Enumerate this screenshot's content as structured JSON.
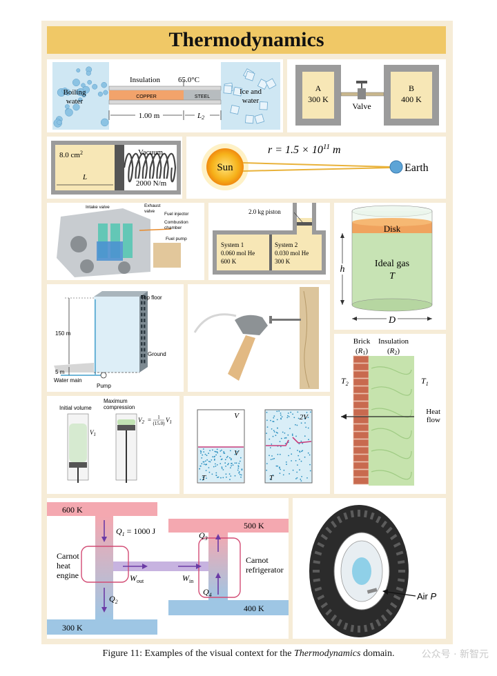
{
  "title": "Thermodynamics",
  "caption": {
    "prefix": "Figure 11: Examples of the visual context for the ",
    "domain": "Thermodynamics",
    "suffix": " domain."
  },
  "watermark": "公众号 · 新智元",
  "rod": {
    "boiling": [
      "Boiling",
      "water"
    ],
    "insulation": "Insulation",
    "temp": "65.0°C",
    "copper": "COPPER",
    "steel": "STEEL",
    "ice": [
      "Ice and",
      "water"
    ],
    "len1": "1.00 m",
    "len2": "L",
    "len2_sub": "2"
  },
  "valve": {
    "a_label": "A",
    "a_temp": "300 K",
    "b_label": "B",
    "b_temp": "400 K",
    "valve": "Valve"
  },
  "spring": {
    "area": "8.0 cm",
    "area_sup": "2",
    "vacuum": "Vacuum",
    "k": "2000 N/m",
    "length": "L"
  },
  "sun": {
    "sun": "Sun",
    "earth": "Earth",
    "r_pre": "r = 1.5 × 10",
    "r_exp": "11",
    "r_unit": " m"
  },
  "engine": {
    "intake": "Intake valve",
    "exhaust": [
      "Exhaust",
      "valve"
    ],
    "injector": "Fuel injector",
    "chamber": [
      "Combustion",
      "chamber"
    ],
    "pump": "Fuel pump"
  },
  "piston": {
    "piston": "2.0 kg piston",
    "s1": [
      "System 1",
      "0.060 mol He",
      "600 K"
    ],
    "s2": [
      "System 2",
      "0.030 mol He",
      "300 K"
    ]
  },
  "cylinder": {
    "disk": "Disk",
    "gas": "Ideal gas",
    "T": "T",
    "h": "h",
    "D": "D"
  },
  "building": {
    "top": "Top floor",
    "height": "150 m",
    "ground": "Ground",
    "depth": "5 m",
    "main": "Water main",
    "pump": "Pump"
  },
  "compression": {
    "initial": "Initial volume",
    "max": [
      "Maximum",
      "compression"
    ],
    "v1": "V",
    "v1_sub": "1",
    "v2": "V",
    "v2_sub": "2",
    "v2_eq": "=",
    "frac_num": "1",
    "frac_den": "(15.0)",
    "v1b": "V",
    "v1b_sub": "1"
  },
  "expansion": {
    "V": "V",
    "V2": "2V",
    "T": "T"
  },
  "wall": {
    "brick": "Brick",
    "r1": "R",
    "r1_sub": "1",
    "insul": "Insulation",
    "r2": "R",
    "r2_sub": "2",
    "t2": "T",
    "t2_sub": "2",
    "t1": "T",
    "t1_sub": "1",
    "heat": [
      "Heat",
      "flow"
    ]
  },
  "carnot": {
    "t600": "600 K",
    "t500": "500 K",
    "t400": "400 K",
    "t300": "300 K",
    "q1": "Q",
    "q1_sub": "1",
    "q1_val": " = 1000 J",
    "q2": "Q",
    "q2_sub": "2",
    "q3": "Q",
    "q3_sub": "3",
    "q4": "Q",
    "q4_sub": "4",
    "wout": "W",
    "wout_sub": "out",
    "win": "W",
    "win_sub": "in",
    "engine": [
      "Carnot",
      "heat",
      "engine"
    ],
    "fridge": [
      "Carnot",
      "refrigerator"
    ]
  },
  "tire": {
    "air": "Air ",
    "P": "P"
  },
  "colors": {
    "frame": "#f6ecd7",
    "title_bar": "#f0c866",
    "panel": "#ffffff",
    "copper": "#f2a36b",
    "steel": "#b7bcbf",
    "water": "#cfe7f3",
    "wall": "#9b9b9b",
    "gas": "#f7e7b6",
    "hot": "#f4a8b0",
    "cold": "#9ec6e4"
  }
}
